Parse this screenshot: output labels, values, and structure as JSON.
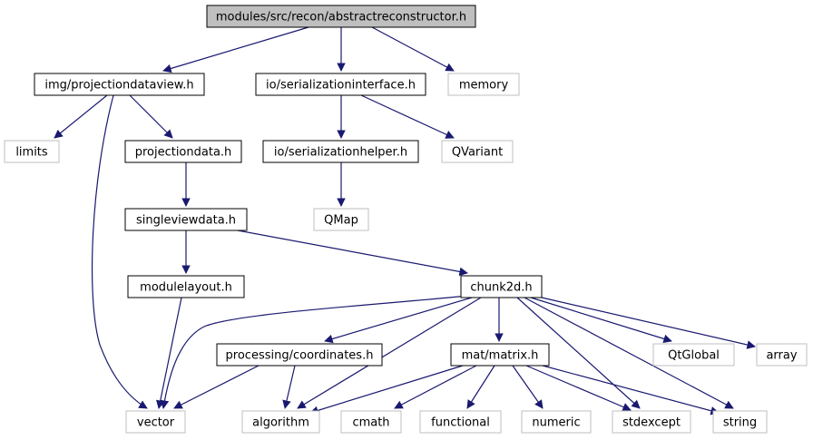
{
  "graph": {
    "colors": {
      "edge": "#191970",
      "root_fill": "#bfbfbf",
      "internal_border": "#000000",
      "external_border": "#bfbfbf"
    },
    "nodes": [
      {
        "id": "root",
        "label": "modules/src/recon/abstractreconstructor.h",
        "kind": "root"
      },
      {
        "id": "pdv",
        "label": "img/projectiondataview.h",
        "kind": "internal"
      },
      {
        "id": "si",
        "label": "io/serializationinterface.h",
        "kind": "internal"
      },
      {
        "id": "memory",
        "label": "memory",
        "kind": "external"
      },
      {
        "id": "limits",
        "label": "limits",
        "kind": "external"
      },
      {
        "id": "pd",
        "label": "projectiondata.h",
        "kind": "internal"
      },
      {
        "id": "sh",
        "label": "io/serializationhelper.h",
        "kind": "internal"
      },
      {
        "id": "qvariant",
        "label": "QVariant",
        "kind": "external"
      },
      {
        "id": "svd",
        "label": "singleviewdata.h",
        "kind": "internal"
      },
      {
        "id": "qmap",
        "label": "QMap",
        "kind": "external"
      },
      {
        "id": "ml",
        "label": "modulelayout.h",
        "kind": "internal"
      },
      {
        "id": "chunk",
        "label": "chunk2d.h",
        "kind": "internal"
      },
      {
        "id": "coords",
        "label": "processing/coordinates.h",
        "kind": "internal"
      },
      {
        "id": "matrix",
        "label": "mat/matrix.h",
        "kind": "internal"
      },
      {
        "id": "qtglobal",
        "label": "QtGlobal",
        "kind": "external"
      },
      {
        "id": "array",
        "label": "array",
        "kind": "external"
      },
      {
        "id": "vector",
        "label": "vector",
        "kind": "external"
      },
      {
        "id": "algorithm",
        "label": "algorithm",
        "kind": "external"
      },
      {
        "id": "cmath",
        "label": "cmath",
        "kind": "external"
      },
      {
        "id": "functional",
        "label": "functional",
        "kind": "external"
      },
      {
        "id": "numeric",
        "label": "numeric",
        "kind": "external"
      },
      {
        "id": "stdexcept",
        "label": "stdexcept",
        "kind": "external"
      },
      {
        "id": "string",
        "label": "string",
        "kind": "external"
      }
    ],
    "edges": [
      {
        "from": "root",
        "to": "pdv"
      },
      {
        "from": "root",
        "to": "si"
      },
      {
        "from": "root",
        "to": "memory"
      },
      {
        "from": "pdv",
        "to": "limits"
      },
      {
        "from": "pdv",
        "to": "pd"
      },
      {
        "from": "pdv",
        "to": "vector"
      },
      {
        "from": "si",
        "to": "sh"
      },
      {
        "from": "si",
        "to": "qvariant"
      },
      {
        "from": "sh",
        "to": "qmap"
      },
      {
        "from": "pd",
        "to": "svd"
      },
      {
        "from": "svd",
        "to": "ml"
      },
      {
        "from": "svd",
        "to": "chunk"
      },
      {
        "from": "ml",
        "to": "vector"
      },
      {
        "from": "chunk",
        "to": "vector"
      },
      {
        "from": "chunk",
        "to": "coords"
      },
      {
        "from": "chunk",
        "to": "algorithm"
      },
      {
        "from": "chunk",
        "to": "matrix"
      },
      {
        "from": "chunk",
        "to": "stdexcept"
      },
      {
        "from": "chunk",
        "to": "string"
      },
      {
        "from": "chunk",
        "to": "qtglobal"
      },
      {
        "from": "chunk",
        "to": "array"
      },
      {
        "from": "coords",
        "to": "vector"
      },
      {
        "from": "coords",
        "to": "algorithm"
      },
      {
        "from": "matrix",
        "to": "algorithm"
      },
      {
        "from": "matrix",
        "to": "cmath"
      },
      {
        "from": "matrix",
        "to": "functional"
      },
      {
        "from": "matrix",
        "to": "numeric"
      },
      {
        "from": "matrix",
        "to": "stdexcept"
      },
      {
        "from": "matrix",
        "to": "string"
      }
    ]
  }
}
